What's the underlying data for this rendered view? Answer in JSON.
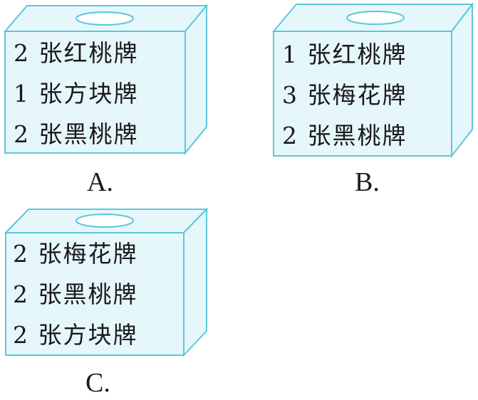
{
  "colors": {
    "box_outline": "#5cc6dc",
    "box_fill": "#e6f7fb",
    "text": "#1a1a1a"
  },
  "boxes": [
    {
      "caption": "A.",
      "lines": [
        "2 张红桃牌",
        "1 张方块牌",
        "2 张黑桃牌"
      ]
    },
    {
      "caption": "B.",
      "lines": [
        "1 张红桃牌",
        "3 张梅花牌",
        "2 张黑桃牌"
      ]
    },
    {
      "caption": "C.",
      "lines": [
        "2 张梅花牌",
        "2 张黑桃牌",
        "2 张方块牌"
      ]
    }
  ]
}
